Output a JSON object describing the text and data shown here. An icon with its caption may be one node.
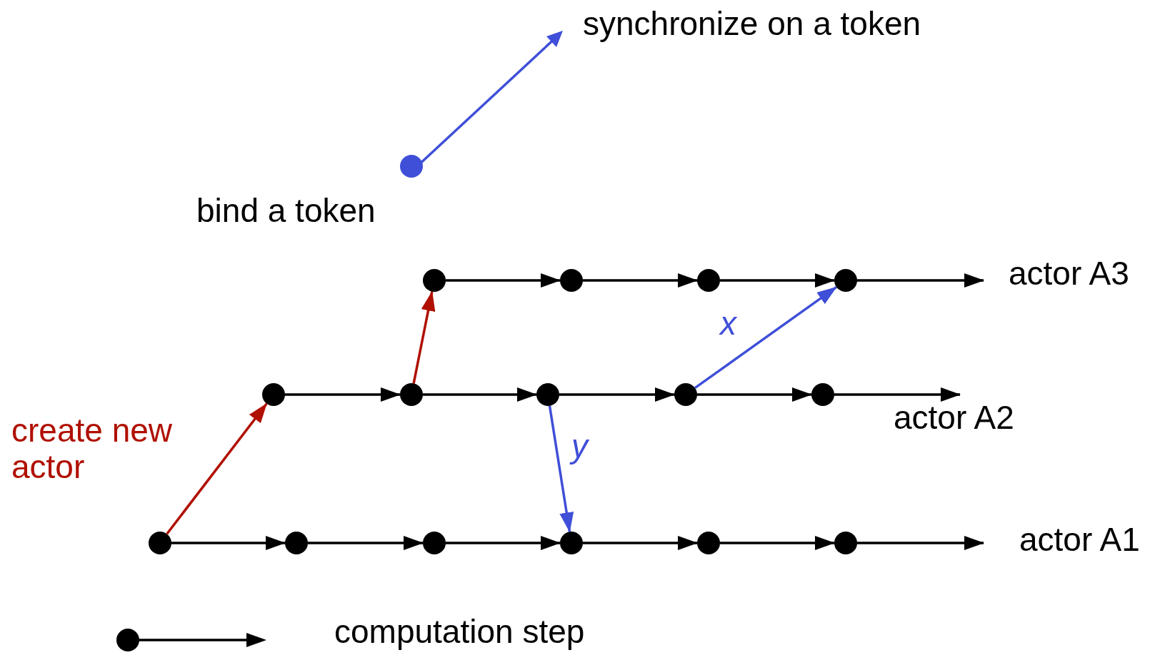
{
  "diagram": {
    "nodes": [
      {
        "text": [],
        "shape": "circle"
      },
      {
        "text": [],
        "shape": "circle"
      },
      {
        "text": [],
        "shape": "circle"
      },
      {
        "text": [],
        "shape": "circle"
      },
      {
        "text": [],
        "shape": "circle"
      },
      {
        "text": [],
        "shape": "circle"
      },
      {
        "text": [],
        "shape": "circle"
      },
      {
        "text": [],
        "shape": "circle"
      },
      {
        "text": [],
        "shape": "circle"
      },
      {
        "text": [],
        "shape": "circle"
      },
      {
        "text": [],
        "shape": "circle"
      },
      {
        "text": [],
        "shape": "circle"
      },
      {
        "text": [],
        "shape": "circle"
      },
      {
        "text": [],
        "shape": "circle"
      },
      {
        "text": [],
        "shape": "circle"
      },
      {
        "text": [
          "actor A2"
        ]
      }
    ],
    "edges": [
      {
        "from": 0,
        "to": 1,
        "arrow": "to"
      },
      {
        "from": 1,
        "to": 2,
        "arrow": "to"
      },
      {
        "from": 2,
        "to": 3,
        "arrow": "to"
      },
      {
        "from": 3,
        "to": 4,
        "arrow": "to"
      },
      {
        "from": 4,
        "to": 5,
        "arrow": "to"
      },
      {
        "from": 5,
        "to": null,
        "arrow": "to"
      },
      {
        "from": 6,
        "to": 7,
        "arrow": "to"
      },
      {
        "from": 7,
        "to": 8,
        "arrow": "to"
      },
      {
        "from": 8,
        "to": 9,
        "arrow": "to"
      },
      {
        "from": 9,
        "to": 10,
        "arrow": "to"
      },
      {
        "from": 10,
        "to": 15,
        "arrow": "to"
      },
      {
        "from": 11,
        "to": 12,
        "arrow": "to"
      },
      {
        "from": 12,
        "to": 13,
        "arrow": "to"
      },
      {
        "from": 13,
        "to": 14,
        "arrow": "to"
      },
      {
        "from": 14,
        "to": null,
        "arrow": "to"
      },
      {
        "from": 0,
        "to": 6,
        "arrow": "to",
        "color": "#b01000"
      },
      {
        "from": 7,
        "to": 11,
        "arrow": "to",
        "color": "#b01000"
      },
      {
        "from": 8,
        "to": 3,
        "arrow": "to",
        "label": "y",
        "color": "#3f4fd8"
      },
      {
        "from": 9,
        "to": 14,
        "arrow": "to",
        "label": "x",
        "color": "#3f4fd8"
      }
    ],
    "labels": [
      "actor A3",
      "create new actor",
      "actor A1"
    ],
    "legend": [
      {
        "text": "synchronize on a token"
      },
      {
        "text": "bind a token"
      },
      {
        "text": "computation step"
      }
    ]
  }
}
